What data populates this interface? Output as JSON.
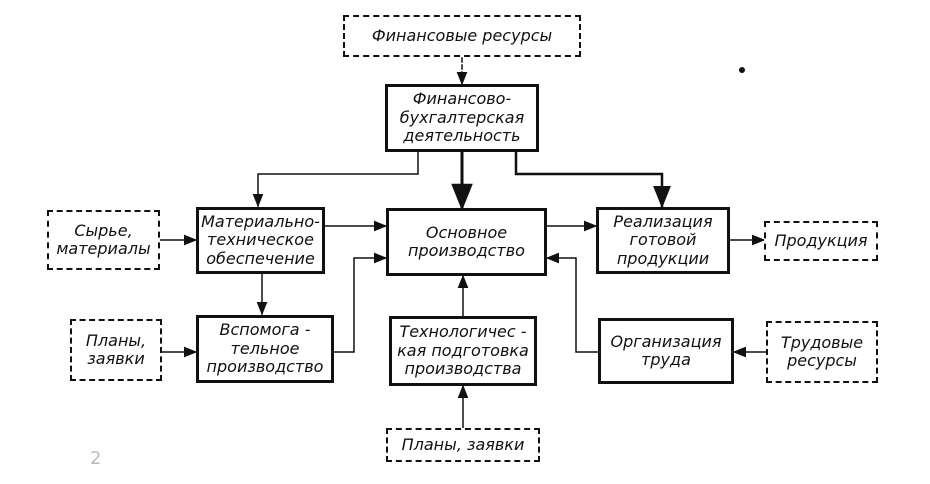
{
  "nodes": {
    "fin_resources": "Финансовые ресурсы",
    "fin_accounting": "Финансово-\nбухгалтерская\nдеятельность",
    "raw_materials": "Сырье,\nматериалы",
    "material_supply": "Материально-\nтехническое\nобеспечение",
    "main_production": "Основное\nпроизводство",
    "product_sales": "Реализация\nготовой\nпродукции",
    "products": "Продукция",
    "plans_left": "Планы,\nзаявки",
    "auxiliary_production": "Вспомога -\nтельное\nпроизводство",
    "tech_preparation": "Технологичес -\nкая подготовка\nпроизводства",
    "labor_organization": "Организация\nтруда",
    "labor_resources": "Трудовые\nресурсы",
    "plans_bottom": "Планы, заявки"
  },
  "page_mark": "2"
}
